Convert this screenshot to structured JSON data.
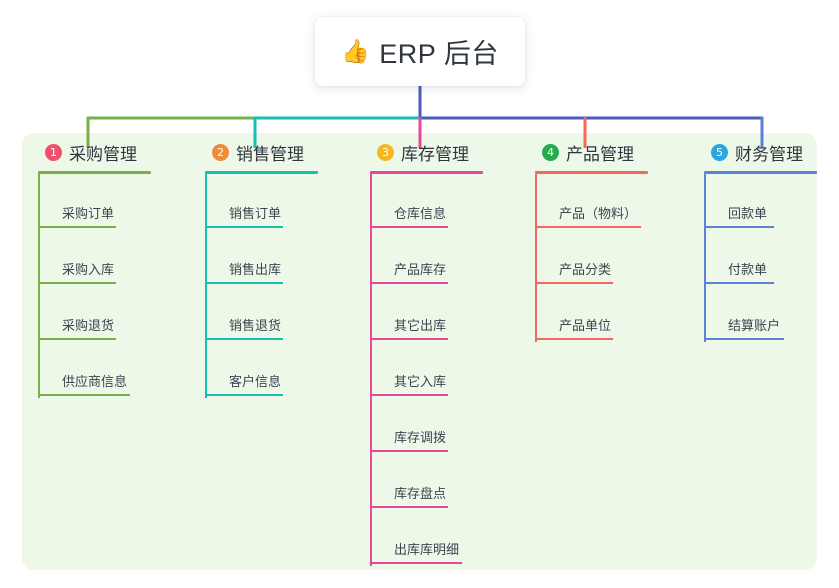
{
  "root": {
    "icon": "thumbs-up-icon",
    "icon_glyph": "👍",
    "title": "ERP 后台"
  },
  "panel": {
    "background_color": "#eef8e8"
  },
  "connector": {
    "trunk_color": "#4c5bc0",
    "segments": [
      {
        "name": "green-span",
        "color": "#79b04a"
      },
      {
        "name": "teal-span",
        "color": "#16c0ae"
      },
      {
        "name": "blue-span",
        "color": "#4c5bc0"
      }
    ]
  },
  "columns": [
    {
      "number": "1",
      "title": "采购管理",
      "badge_color": "#f0506e",
      "line_color": "#79b04a",
      "drop_color": "#79b04a",
      "items": [
        {
          "label": "采购订单"
        },
        {
          "label": "采购入库"
        },
        {
          "label": "采购退货"
        },
        {
          "label": "供应商信息"
        }
      ]
    },
    {
      "number": "2",
      "title": "销售管理",
      "badge_color": "#f08b3c",
      "line_color": "#16c0ae",
      "drop_color": "#16c0ae",
      "items": [
        {
          "label": "销售订单"
        },
        {
          "label": "销售出库"
        },
        {
          "label": "销售退货"
        },
        {
          "label": "客户信息"
        }
      ]
    },
    {
      "number": "3",
      "title": "库存管理",
      "badge_color": "#f5b823",
      "line_color": "#e7499a",
      "drop_color": "#e7499a",
      "items": [
        {
          "label": "仓库信息"
        },
        {
          "label": "产品库存"
        },
        {
          "label": "其它出库"
        },
        {
          "label": "其它入库"
        },
        {
          "label": "库存调拨"
        },
        {
          "label": "库存盘点"
        },
        {
          "label": "出库库明细"
        }
      ]
    },
    {
      "number": "4",
      "title": "产品管理",
      "badge_color": "#23ab4e",
      "line_color": "#f4685f",
      "drop_color": "#f4685f",
      "items": [
        {
          "label": "产品（物料）"
        },
        {
          "label": "产品分类"
        },
        {
          "label": "产品单位"
        }
      ]
    },
    {
      "number": "5",
      "title": "财务管理",
      "badge_color": "#2aa7e0",
      "line_color": "#5b82d6",
      "drop_color": "#5b82d6",
      "items": [
        {
          "label": "回款单"
        },
        {
          "label": "付款单"
        },
        {
          "label": "结算账户"
        }
      ]
    }
  ]
}
